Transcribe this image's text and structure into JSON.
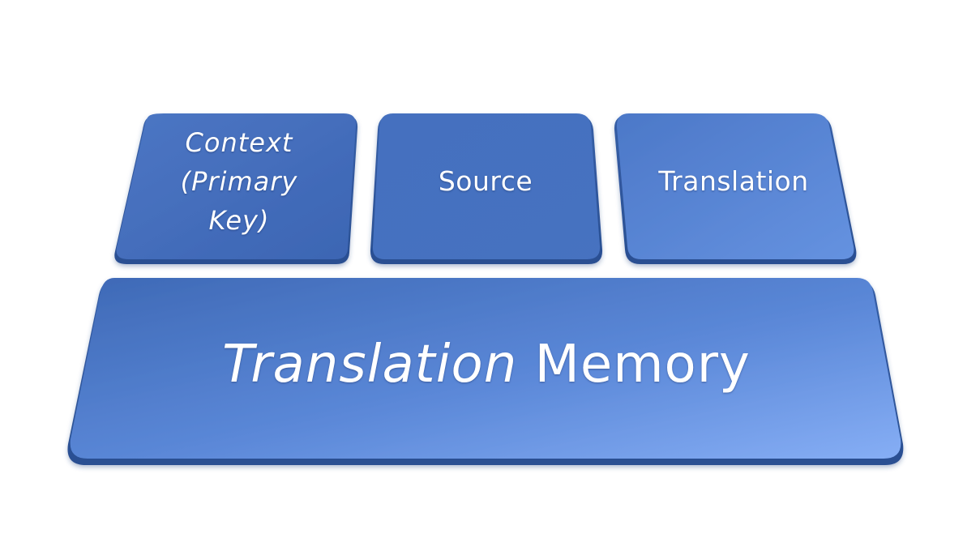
{
  "diagram": {
    "top_row": {
      "context_box": {
        "lines": [
          "Context",
          "(Primary",
          "Key)"
        ]
      },
      "source_box": {
        "label": "Source"
      },
      "translation_box": {
        "label": "Translation"
      }
    },
    "base_box": {
      "label_part1": "Translation",
      "label_part2": " Memory"
    }
  },
  "colors": {
    "box_fill_dark": "#3f6ab8",
    "box_fill_light": "#7fa9f2",
    "box_edge": "#5b86d6",
    "text": "#ffffff"
  }
}
